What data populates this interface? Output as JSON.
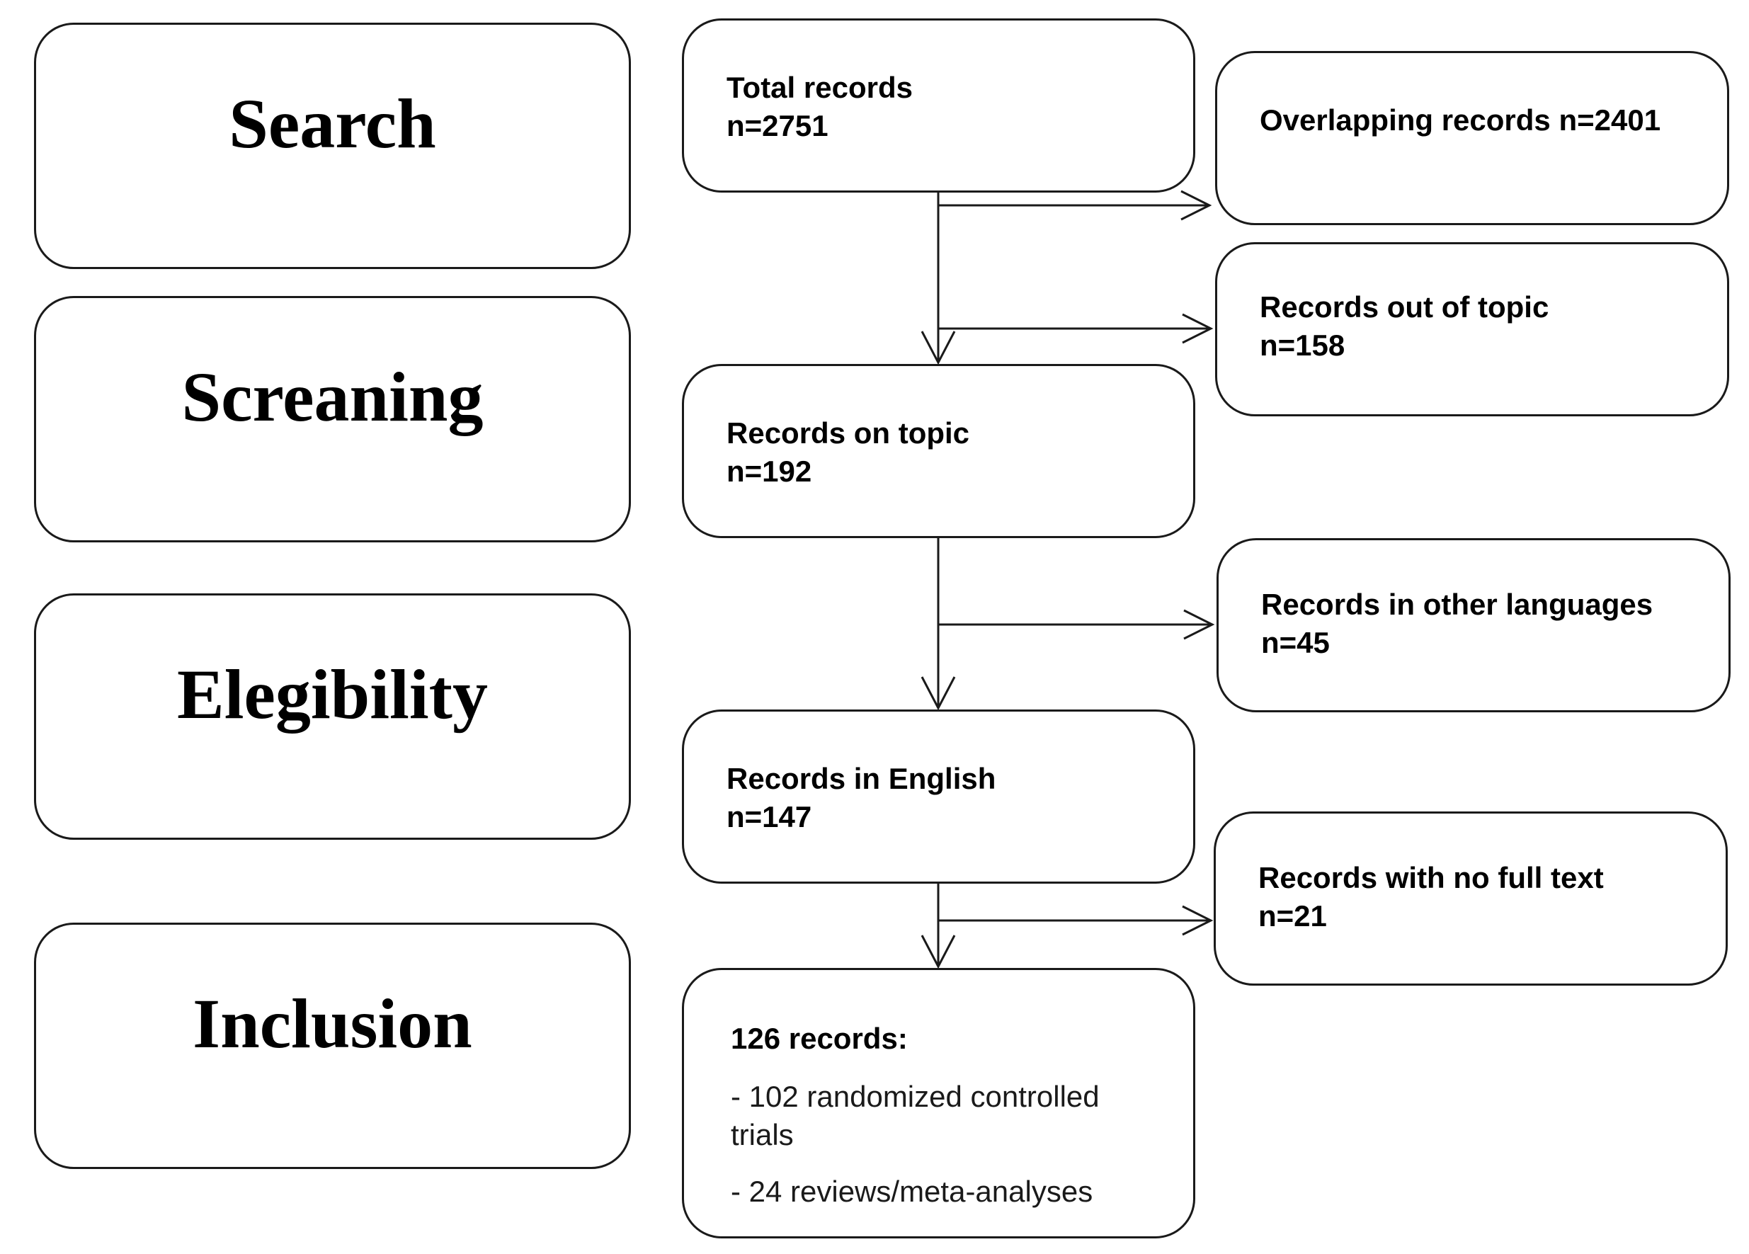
{
  "stages": {
    "search": "Search",
    "screening": "Screaning",
    "eligibility": "Elegibility",
    "inclusion": "Inclusion"
  },
  "main_flow": {
    "total": {
      "label": "Total records",
      "count": "n=2751"
    },
    "on_topic": {
      "label": "Records on topic",
      "count": "n=192"
    },
    "english": {
      "label": "Records in English",
      "count": "n=147"
    },
    "included": {
      "heading": "126 records:",
      "item1": "- 102 randomized controlled trials",
      "item2": "- 24 reviews/meta-analyses"
    }
  },
  "exclusions": {
    "overlapping": {
      "label": "Overlapping records n=2401"
    },
    "out_of_topic": {
      "label": "Records out of topic",
      "count": "n=158"
    },
    "other_languages": {
      "label": "Records in other languages",
      "count": "n=45"
    },
    "no_full_text": {
      "label": "Records with no full text",
      "count": "n=21"
    }
  }
}
